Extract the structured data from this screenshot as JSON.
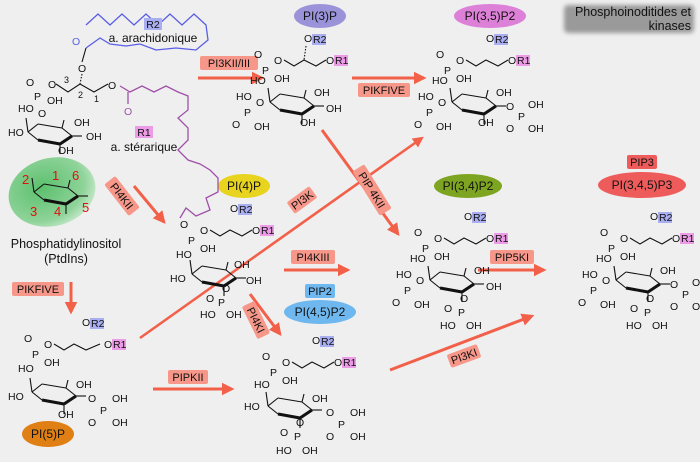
{
  "title": {
    "line1": "Phosphoinoditides et",
    "line2": "kinases"
  },
  "colors": {
    "arrow": "#f2604a",
    "enzyme_bg": "#f7978a",
    "r2_bg": "#a9aef0",
    "r1_bg": "#ec9be6",
    "arachidonic": "#5a5ee6",
    "stearic": "#a050a8",
    "pi3p": "#9b93da",
    "pi35p2": "#dd80d8",
    "pi4p": "#e8d31e",
    "pi34p2": "#7ea521",
    "pi45p2": "#6eb8ef",
    "pip3": "#ee5b5b",
    "pi5p": "#df7f14",
    "inositol_ellipse": "#5cc06d"
  },
  "ptdins": {
    "name": "Phosphatidylinositol",
    "abbr": "(PtdIns)",
    "r2_label": "R2",
    "r2_name": "a. arachidonique",
    "r1_label": "R1",
    "r1_name": "a. stérarique",
    "glycerol_numbers": [
      "3",
      "2",
      "1"
    ],
    "ring_numbers": [
      "1",
      "2",
      "3",
      "4",
      "5",
      "6"
    ]
  },
  "species": {
    "pi3p": "PI(3)P",
    "pi35p2": "PI(3,5)P2",
    "pi4p": "PI(4)P",
    "pi34p2": "PI(3,4)P2",
    "pip2": "PIP2",
    "pi45p2": "PI(4,5)P2",
    "pip3": "PIP3",
    "pi345p3": "PI(3,4,5)P3",
    "pi5p": "PI(5)P"
  },
  "enzymes": {
    "pi3k_ii_iii": "PI3KII/III",
    "pikfive_top": "PIKFIVE",
    "pi4kii": "PI4KII",
    "pi3k": "PI3K",
    "pip4kii": "PIP 4KII",
    "pi4kiii": "PI4KIII",
    "pip5ki": "PIP5KI",
    "pikfive_left": "PIKFIVE",
    "pi4ki": "PI4KI",
    "pipkii": "PIPKII",
    "pi3ki": "PI3KI"
  },
  "atoms": {
    "O": "O",
    "OH": "OH",
    "HO": "HO",
    "P": "P",
    "R1": "R1",
    "R2": "R2"
  }
}
